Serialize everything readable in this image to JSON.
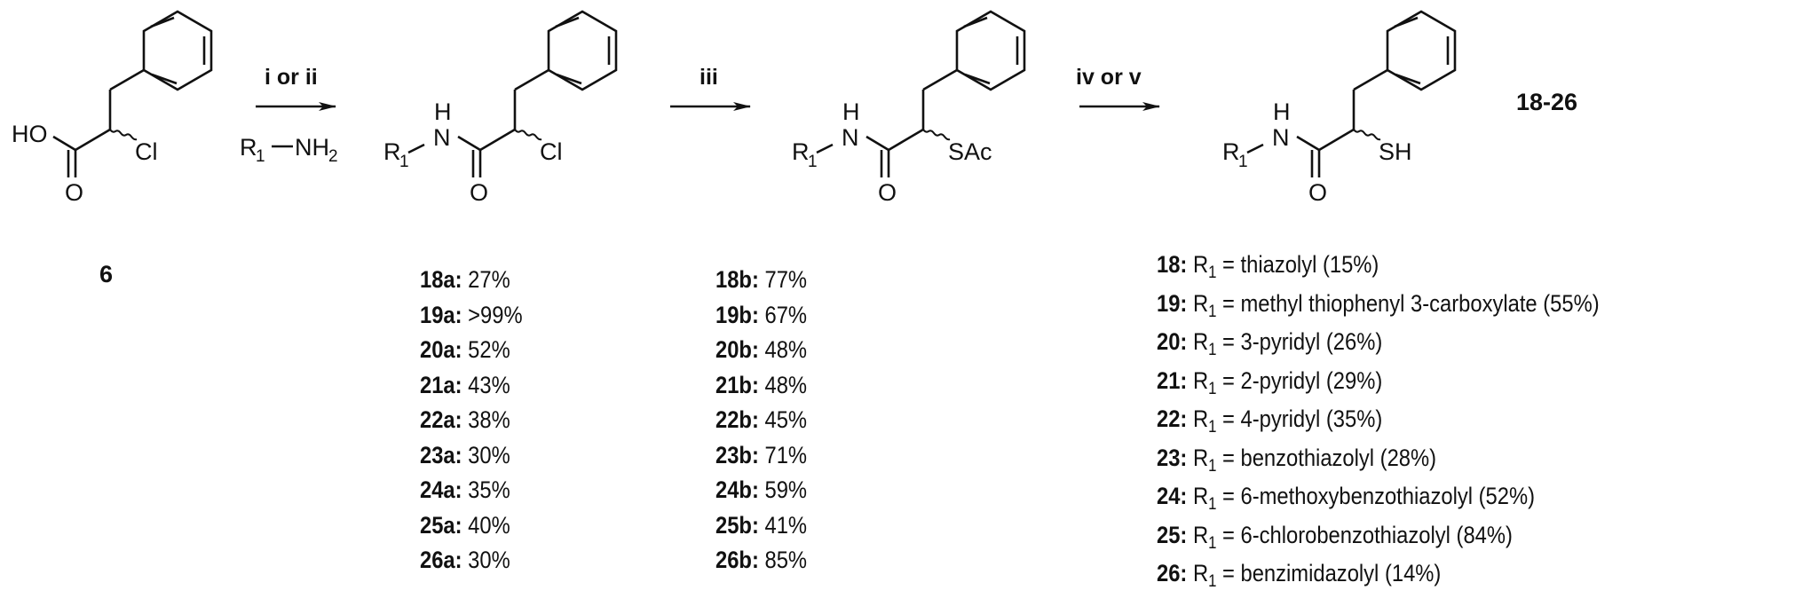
{
  "scheme": {
    "start_material": {
      "id": "6",
      "groups": {
        "acid": "HO",
        "carbonyl_o": "O",
        "halogen": "Cl"
      }
    },
    "steps": [
      {
        "conditions": "i or ii",
        "reagent_r": "R",
        "reagent_r_sub": "1",
        "reagent_rest": "—NH",
        "reagent_sub2": "2"
      },
      {
        "conditions": "iii"
      },
      {
        "conditions": "iv or v"
      }
    ],
    "intermediate_a": {
      "r": "R",
      "r_sub": "1",
      "nh_h": "H",
      "nh_n": "N",
      "carbonyl_o": "O",
      "group": "Cl"
    },
    "intermediate_b": {
      "r": "R",
      "r_sub": "1",
      "nh_h": "H",
      "nh_n": "N",
      "carbonyl_o": "O",
      "group": "SAc"
    },
    "product": {
      "r": "R",
      "r_sub": "1",
      "nh_h": "H",
      "nh_n": "N",
      "carbonyl_o": "O",
      "group": "SH",
      "label": "18-26"
    },
    "yields_a": [
      {
        "id": "18a:",
        "value": "27%"
      },
      {
        "id": "19a:",
        "value": ">99%"
      },
      {
        "id": "20a:",
        "value": "52%"
      },
      {
        "id": "21a:",
        "value": "43%"
      },
      {
        "id": "22a:",
        "value": "38%"
      },
      {
        "id": "23a:",
        "value": "30%"
      },
      {
        "id": "24a:",
        "value": "35%"
      },
      {
        "id": "25a:",
        "value": "40%"
      },
      {
        "id": "26a:",
        "value": "30%"
      }
    ],
    "yields_b": [
      {
        "id": "18b:",
        "value": "77%"
      },
      {
        "id": "19b:",
        "value": "67%"
      },
      {
        "id": "20b:",
        "value": "48%"
      },
      {
        "id": "21b:",
        "value": "48%"
      },
      {
        "id": "22b:",
        "value": "45%"
      },
      {
        "id": "23b:",
        "value": "71%"
      },
      {
        "id": "24b:",
        "value": "59%"
      },
      {
        "id": "25b:",
        "value": "41%"
      },
      {
        "id": "26b:",
        "value": "85%"
      }
    ],
    "products": [
      {
        "id": "18:",
        "r": "R",
        "r_sub": "1",
        "desc": " = thiazolyl (15%)"
      },
      {
        "id": "19:",
        "r": "R",
        "r_sub": "1",
        "desc": " = methyl thiophenyl 3-carboxylate (55%)"
      },
      {
        "id": "20:",
        "r": "R",
        "r_sub": "1",
        "desc": " = 3-pyridyl (26%)"
      },
      {
        "id": "21:",
        "r": "R",
        "r_sub": "1",
        "desc": " = 2-pyridyl (29%)"
      },
      {
        "id": "22:",
        "r": "R",
        "r_sub": "1",
        "desc": " = 4-pyridyl (35%)"
      },
      {
        "id": "23:",
        "r": "R",
        "r_sub": "1",
        "desc": " = benzothiazolyl (28%)"
      },
      {
        "id": "24:",
        "r": "R",
        "r_sub": "1",
        "desc": " = 6-methoxybenzothiazolyl (52%)"
      },
      {
        "id": "25:",
        "r": "R",
        "r_sub": "1",
        "desc": " = 6-chlorobenzothiazolyl (84%)"
      },
      {
        "id": "26:",
        "r": "R",
        "r_sub": "1",
        "desc": " = benzimidazolyl (14%)"
      }
    ]
  }
}
